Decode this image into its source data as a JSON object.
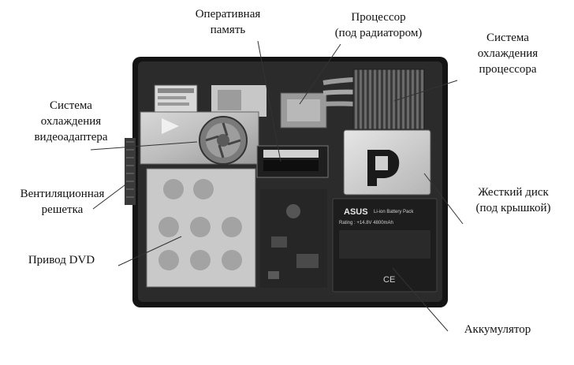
{
  "labels": {
    "ram": "Оперативная\nпамять",
    "cpu": "Процессор\n(под радиатором)",
    "cpu_cooling": "Система\nохлаждения\nпроцессора",
    "gpu_cooling": "Система\nохлаждения\nвидеоадаптера",
    "vent_grille": "Вентиляционная\nрешетка",
    "dvd": "Привод DVD",
    "hdd": "Жесткий диск\n(под крышкой)",
    "battery": "Аккумулятор"
  },
  "battery_sticker": {
    "brand": "ASUS",
    "title": "Li-ion Battery Pack",
    "rating": "Rating : +14.8V  4800mAh"
  }
}
